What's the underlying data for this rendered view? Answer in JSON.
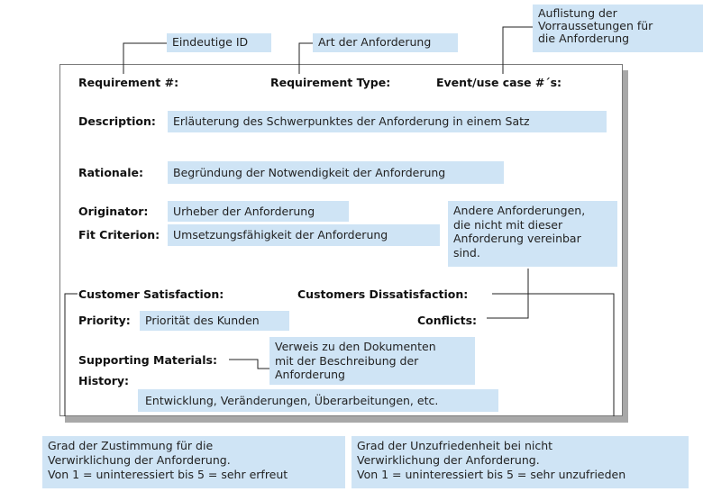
{
  "callouts": {
    "unique_id": "Eindeutige ID",
    "req_type": "Art der Anforderung",
    "events": "Auflistung der\nVorraussetungen für\ndie Anforderung"
  },
  "fields": {
    "requirement_no": "Requirement #:",
    "requirement_type": "Requirement Type:",
    "event_use_case": "Event/use case #´s:",
    "description": "Description:",
    "rationale": "Rationale:",
    "originator": "Originator:",
    "fit_criterion": "Fit Criterion:",
    "customer_satisfaction": "Customer Satisfaction:",
    "customer_dissatisfaction": "Customers Dissatisfaction:",
    "priority": "Priority:",
    "conflicts": "Conflicts:",
    "supporting_materials": "Supporting Materials:",
    "history": "History:"
  },
  "values": {
    "description": "Erläuterung des Schwerpunktes der Anforderung in einem Satz",
    "rationale": "Begründung der Notwendigkeit der Anforderung",
    "originator": "Urheber der Anforderung",
    "fit_criterion": "Umsetzungsfähigkeit der Anforderung",
    "conflicts_note": "Andere Anforderungen,\ndie nicht mit dieser\nAnforderung vereinbar\nsind.",
    "priority": "Priorität des Kunden",
    "supporting_materials": "Verweis zu den Dokumenten\nmit der Beschreibung der\nAnforderung",
    "history": "Entwicklung, Veränderungen, Überarbeitungen, etc."
  },
  "bottom_notes": {
    "satisfaction": "Grad der Zustimmung für die\nVerwirklichung der Anforderung.\nVon 1 = uninteressiert bis 5 = sehr erfreut",
    "dissatisfaction": "Grad der Unzufriedenheit bei nicht\nVerwirklichung der Anforderung.\nVon 1 = uninteressiert bis 5 = sehr unzufrieden"
  }
}
